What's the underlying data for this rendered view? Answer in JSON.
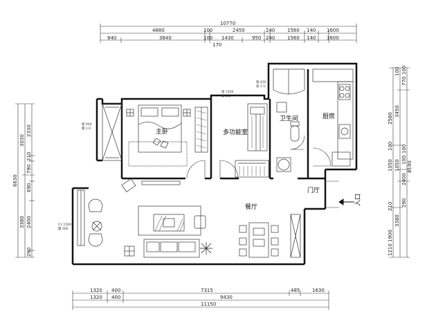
{
  "dimensions": {
    "top_total": "10770",
    "top_row2": [
      "4680",
      "100",
      "2450",
      "240",
      "1560",
      "140",
      "1600"
    ],
    "top_row3": [
      "840",
      "3840",
      "100",
      "1430",
      "950",
      "240",
      "1560",
      "140",
      "1600"
    ],
    "top_sub": "170",
    "bottom_row1": [
      "1320",
      "400",
      "7315",
      "485",
      "1630"
    ],
    "bottom_row2": [
      "1320",
      "400",
      "9430"
    ],
    "bottom_total": "11150",
    "left_outer": "6630",
    "left_mid": [
      "3030",
      "3380"
    ],
    "left_inner": [
      "2330",
      "210",
      "790",
      "690",
      "2400",
      "290"
    ],
    "right_outer": "8190",
    "right_mid": [
      "100",
      "3450",
      "1050",
      "3380",
      "1210",
      "1900"
    ],
    "right_inner": [
      "770",
      "100",
      "2580",
      "100",
      "100",
      "1050",
      "100",
      "2400",
      "290",
      "210"
    ]
  },
  "rooms": {
    "master_bedroom": "主卧",
    "multi_room": "多功能室",
    "bathroom": "卫生间",
    "kitchen": "厨房",
    "foyer": "门厅",
    "dining_living": "餐厅",
    "entrance": "入口"
  },
  "annotations": {
    "a1": "窗 900",
    "a2": "飘 1.0",
    "a3": "窗 1200",
    "a4": "高 2.2",
    "a5": "窗 450",
    "a6": "高 1.5",
    "a7": "C1 1500",
    "a8": "飘 300"
  }
}
